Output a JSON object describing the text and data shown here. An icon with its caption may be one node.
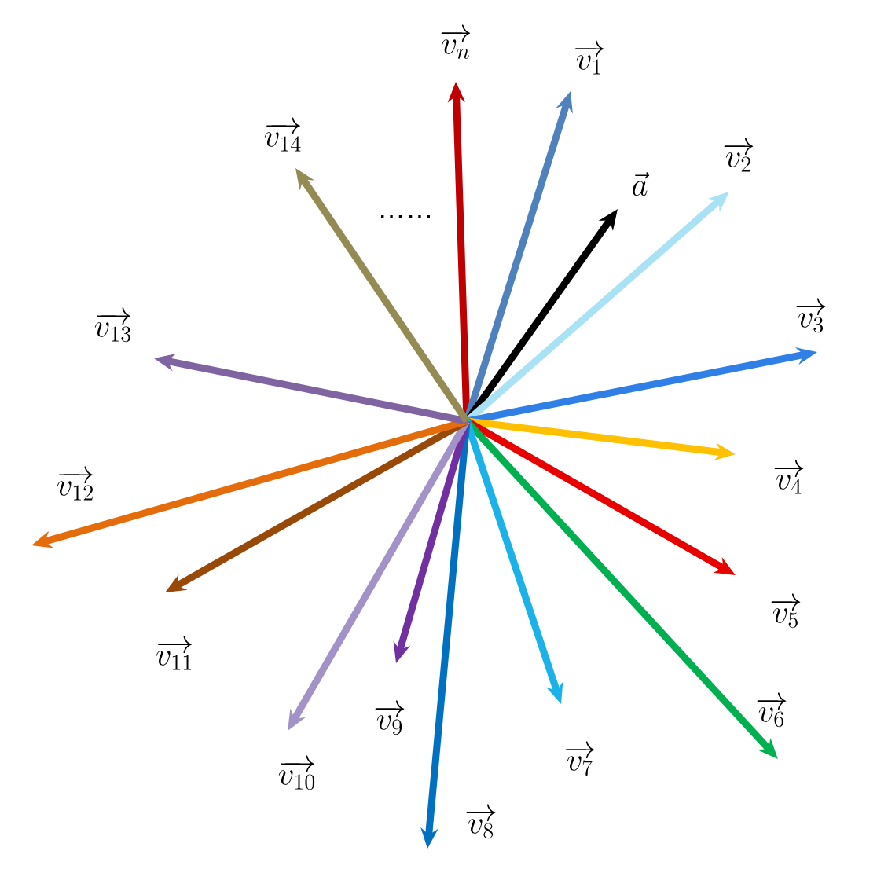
{
  "diagram": {
    "nodes": [
      {
        "text": [
          "\\overrightarrow{v_{n}}"
        ]
      },
      {
        "text": [
          "\\overrightarrow{v_{1}}"
        ]
      },
      {
        "text": [
          "\\vec{a}"
        ]
      },
      {
        "text": [
          "\\overrightarrow{v_{2}}"
        ]
      },
      {
        "text": [
          "\\overrightarrow{v_{3}}"
        ]
      },
      {
        "text": [
          "\\overrightarrow{v_{4}}"
        ]
      },
      {
        "text": [
          "\\overrightarrow{v_{5}}"
        ]
      },
      {
        "text": [
          "\\overrightarrow{v_{6}}"
        ]
      },
      {
        "text": [
          "\\overrightarrow{v_{7}}"
        ]
      },
      {
        "text": [
          "\\overrightarrow{v_{8}}"
        ]
      },
      {
        "text": [
          "\\overrightarrow{v_{9}}"
        ]
      },
      {
        "text": [
          "\\overrightarrow{v_{10}}"
        ]
      },
      {
        "text": [
          "\\overrightarrow{v_{11}}"
        ]
      },
      {
        "text": [
          "\\overrightarrow{v_{12}}"
        ]
      },
      {
        "text": [
          "\\overrightarrow{v_{13}}"
        ]
      },
      {
        "text": [
          "\\overrightarrow{v_{14}}"
        ]
      }
    ],
    "edges": [
      {
        "from": null,
        "to": 0,
        "arrow": "to",
        "color": "#c00000"
      },
      {
        "from": null,
        "to": 1,
        "arrow": "to",
        "color": "#4f81bd"
      },
      {
        "from": null,
        "to": 2,
        "arrow": "to",
        "color": "#000000"
      },
      {
        "from": null,
        "to": 3,
        "arrow": "to",
        "color": "#a9e1f5"
      },
      {
        "from": null,
        "to": 4,
        "arrow": "to",
        "color": "#2f7fe6"
      },
      {
        "from": null,
        "to": 5,
        "arrow": "to",
        "color": "#ffc000"
      },
      {
        "from": null,
        "to": 6,
        "arrow": "to",
        "color": "#e60000"
      },
      {
        "from": null,
        "to": 7,
        "arrow": "to",
        "color": "#00b050"
      },
      {
        "from": null,
        "to": 8,
        "arrow": "to",
        "color": "#1ab2e8"
      },
      {
        "from": null,
        "to": 9,
        "arrow": "to",
        "color": "#0070c0"
      },
      {
        "from": null,
        "to": 10,
        "arrow": "to",
        "color": "#7030a0"
      },
      {
        "from": null,
        "to": 11,
        "arrow": "to",
        "color": "#a392c8"
      },
      {
        "from": null,
        "to": 12,
        "arrow": "to",
        "color": "#984807"
      },
      {
        "from": null,
        "to": 13,
        "arrow": "to",
        "color": "#e46c0a"
      },
      {
        "from": null,
        "to": 14,
        "arrow": "to",
        "color": "#8064a2"
      },
      {
        "from": null,
        "to": 15,
        "arrow": "to",
        "color": "#948a54"
      }
    ],
    "labels": [
      "……"
    ]
  }
}
